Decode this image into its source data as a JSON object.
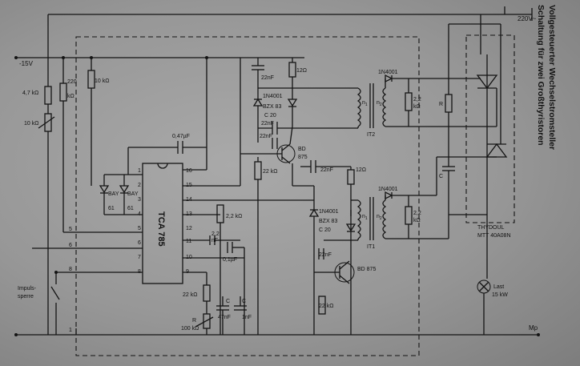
{
  "title": {
    "line1": "Vollgesteuerter Wechselstromsteller",
    "line2": "Schaltung für zwei Großthyristoren"
  },
  "supply": {
    "neg15": "-15V",
    "ac": "220V~",
    "mp": "Mp"
  },
  "ic": {
    "name": "TCA 785",
    "pins": [
      "1",
      "2",
      "3",
      "4",
      "5",
      "6",
      "7",
      "8",
      "9",
      "10",
      "11",
      "12",
      "13",
      "14",
      "15",
      "16"
    ]
  },
  "left": {
    "r47k": "4,7 kΩ",
    "r220k_a": "220",
    "r220k_b": "kΩ",
    "pot10k": "10 kΩ",
    "r10k": "10 kΩ",
    "bay1a": "BAY",
    "bay1b": "61",
    "bay2a": "BAY",
    "bay2b": "61",
    "impulse_a": "Impuls-",
    "impulse_b": "sperre",
    "node5": "5",
    "node6": "6",
    "node8": "8",
    "node1": "1"
  },
  "mid": {
    "c047": "0,47µF",
    "r22k_a": "2,2 kΩ",
    "c22a": "2,2",
    "c22b": "nF",
    "c01": "0,1µF",
    "r22k_b": "22 kΩ",
    "rR": "R",
    "pot100k": "100 kΩ",
    "cC1": "C",
    "cC2": "C",
    "c47n": "47nF",
    "c1n": "1nF"
  },
  "stage1": {
    "c22nf_top": "22nF",
    "r12": "12Ω",
    "d1n4001": "1N4001",
    "bzx_a": "BZX 83",
    "bzx_b": "C 20",
    "c22nf_mid": "22nF",
    "c22nf_low": "22nF",
    "bd": "BD",
    "bd2": "875",
    "r22k": "22 kΩ"
  },
  "stage2": {
    "c22nf_top": "22nF",
    "r12": "12Ω",
    "d1n4001": "1N4001",
    "bzx_a": "BZX 83",
    "bzx_b": "C 20",
    "c22nf": "22nF",
    "bd": "BD 875",
    "r22k": "22 kΩ"
  },
  "xfmr": {
    "d_top": "1N4001",
    "n1": "n",
    "n1sub": "1",
    "n2": "n",
    "n2sub": "2",
    "r22_a": "2,2",
    "r22_b": "kΩ",
    "it2": "IT2",
    "d_bot": "1N4001",
    "r22_c": "2,2",
    "r22_d": "kΩ",
    "it1": "IT1"
  },
  "power": {
    "thy1": "THYDOUL",
    "thy2": "MTT 40A08N",
    "rR": "R",
    "cC": "C",
    "load1": "Last",
    "load2": "15 kW"
  }
}
